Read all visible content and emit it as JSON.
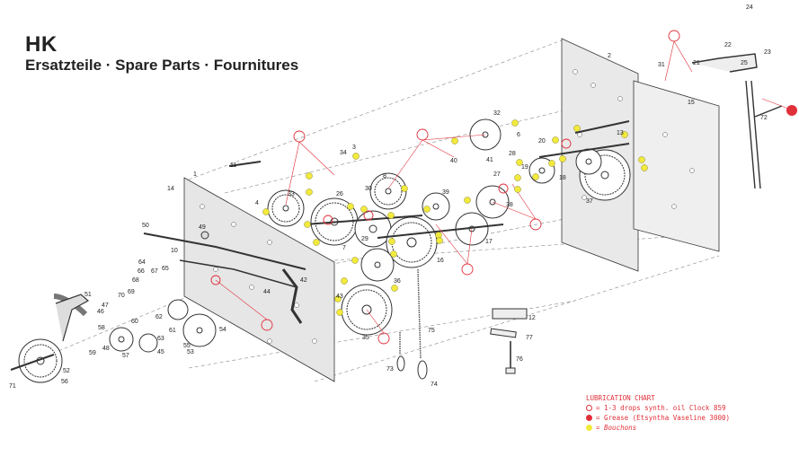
{
  "header": {
    "brand": "HK",
    "subtitle": "Ersatzteile · Spare Parts · Fournitures"
  },
  "legend": {
    "title": "LUBRICATION CHART",
    "items": [
      {
        "symbol": "oil-circle-icon",
        "text": "= 1-3 drops synth. oil Clock 859"
      },
      {
        "symbol": "grease-dot-icon",
        "text": "= Grease (Etsyntha Vaseline 3000)"
      },
      {
        "symbol": "bouchon-dot-icon",
        "text": "= Bouchons"
      }
    ]
  },
  "part_labels": [
    "1",
    "2",
    "3",
    "4",
    "6",
    "7",
    "8",
    "10",
    "11",
    "12",
    "13",
    "14",
    "15",
    "16",
    "17",
    "18",
    "19",
    "20",
    "21",
    "22",
    "23",
    "24",
    "25",
    "26",
    "27",
    "28",
    "29",
    "30",
    "31",
    "32",
    "33",
    "34",
    "35",
    "36",
    "37",
    "38",
    "39",
    "40",
    "41",
    "42",
    "43",
    "44",
    "45",
    "46",
    "47",
    "48",
    "49",
    "50",
    "51",
    "52",
    "53",
    "54",
    "55",
    "56",
    "57",
    "58",
    "59",
    "60",
    "61",
    "62",
    "63",
    "64",
    "65",
    "66",
    "67",
    "68",
    "69",
    "70",
    "71",
    "72",
    "73",
    "74",
    "75",
    "76",
    "77"
  ],
  "colors": {
    "oil": "#e0303a",
    "grease": "#e0303a",
    "bouchon": "#f2ea3c",
    "lines": "#333333"
  }
}
